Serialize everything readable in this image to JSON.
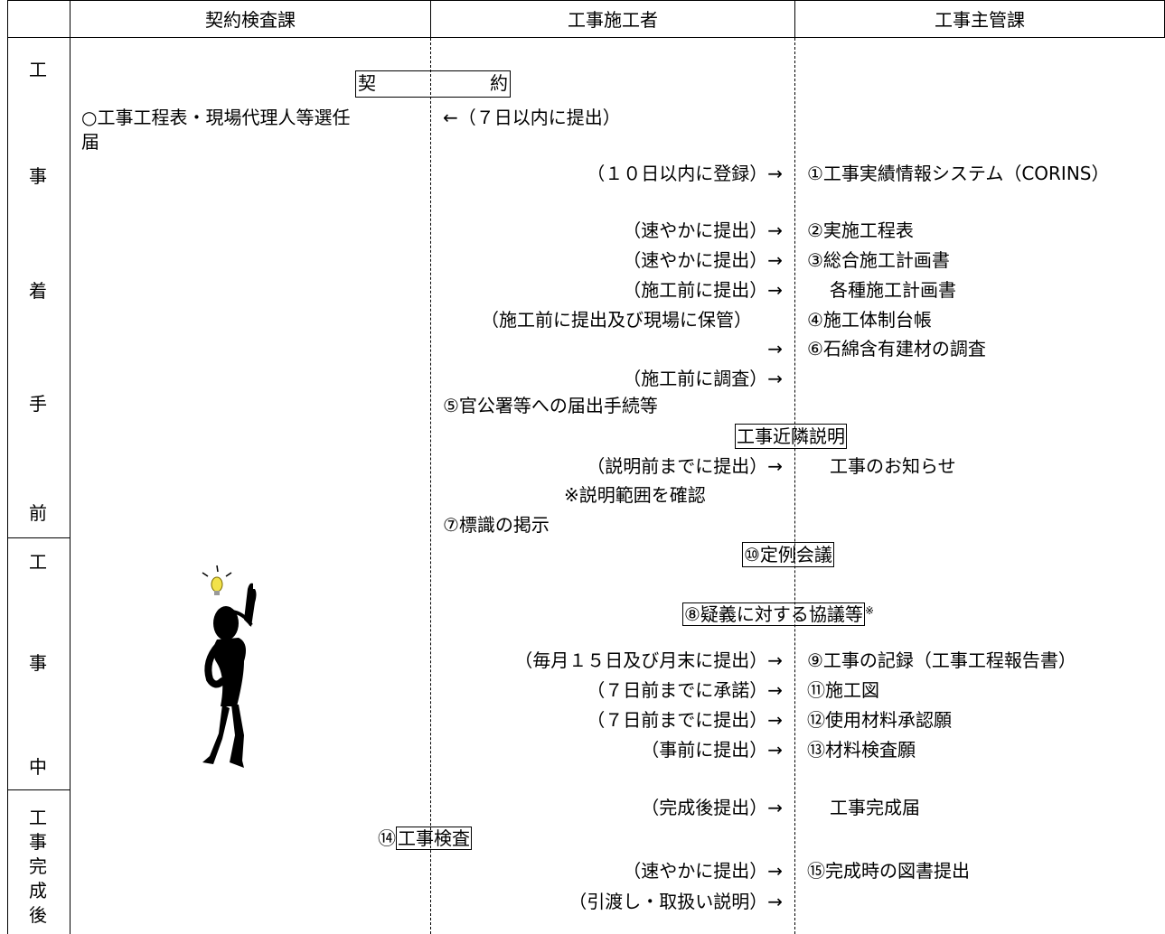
{
  "header": {
    "col1": "契約検査課",
    "col2": "工事施工者",
    "col3": "工事主管課"
  },
  "phases": {
    "p1": [
      "工",
      "事",
      "着",
      "手",
      "前"
    ],
    "p2": [
      "工",
      "事",
      "中"
    ],
    "p3": "工\n事\n完\n成\n後"
  },
  "items": {
    "keiyaku_a": "契",
    "keiyaku_b": "約",
    "koteihyo": "○工事工程表・現場代理人等選任",
    "koteihyo2": "届",
    "teishutsu7": "←（７日以内に提出）",
    "toroku10": "（１０日以内に登録）→",
    "corins": "①工事実績情報システム（CORINS）",
    "sumiyaka1": "（速やかに提出）→",
    "jisshi": "②実施工程表",
    "sumiyaka2": "（速やかに提出）→",
    "sogo": "③総合施工計画書",
    "sekomae": "（施工前に提出）→",
    "kakushu": "各種施工計画書",
    "hokan": "（施工前に提出及び現場に保管）",
    "taisei": "④施工体制台帳",
    "arrow": "→",
    "sekimen": "⑥石綿含有建材の調査",
    "chosa": "（施工前に調査）→",
    "kancho": "⑤官公署等への届出手続等",
    "kinrin": "工事近隣説明",
    "setsumei": "（説明前までに提出）→",
    "oshirase": "工事のお知らせ",
    "hani": "※説明範囲を確認",
    "hyoshiki": "⑦標識の掲示",
    "teirei": "⑩定例会議",
    "gigi": "⑧疑義に対する協議等",
    "gigi_note": "※",
    "maitsuki": "（毎月１５日及び月末に提出）→",
    "kiroku": "⑨工事の記録（工事工程報告書）",
    "shodaku": "（７日前までに承諾）→",
    "sekozu": "⑪施工図",
    "teishutsu7mae": "（７日前までに提出）→",
    "shiyo": "⑫使用材料承認願",
    "jizen": "（事前に提出）→",
    "zairyo": "⑬材料検査願",
    "kanseigo": "（完成後提出）→",
    "kansei": "工事完成届",
    "kensa_num": "⑭",
    "kensa": "工事検査",
    "sumiyaka3": "（速やかに提出）→",
    "tosho": "⑮完成時の図書提出",
    "hikiwatashi": "（引渡し・取扱い説明）→"
  },
  "icon": "idea-person-with-lightbulb-icon"
}
